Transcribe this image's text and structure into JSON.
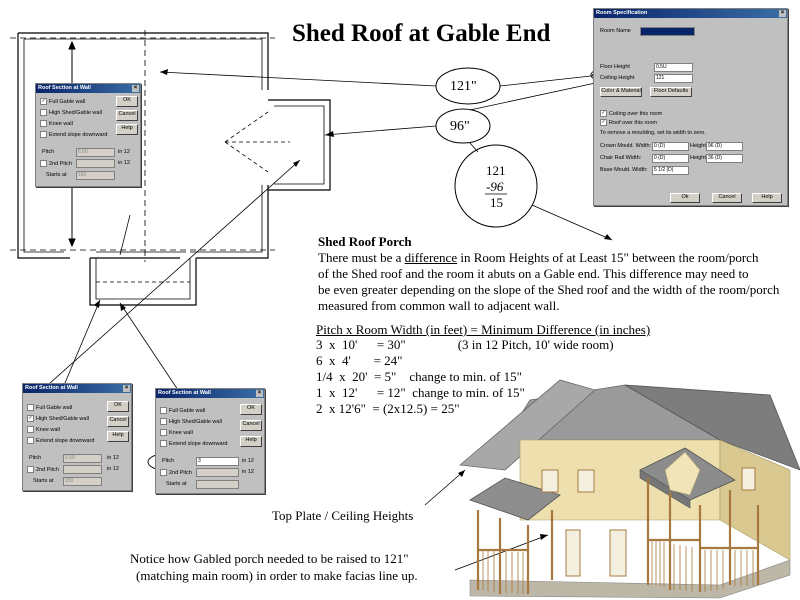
{
  "title": "Shed Roof at Gable End",
  "bubble_top": "121\"",
  "bubble_mid": "96\"",
  "calc": {
    "a": "121",
    "b": "-96",
    "c": "15"
  },
  "heading": "Shed Roof Porch",
  "para": {
    "l1_pre": "There must be a ",
    "l1_u": "difference",
    "l1_post": " in Room Heights of at Least 15\" between the room/porch",
    "l2": "of the Shed roof and the room it abuts on a Gable end.  This difference may need to",
    "l3": "be even greater depending on the slope of the Shed roof and the width of the room/porch",
    "l4": "measured from common wall to adjacent wall."
  },
  "formula": "Pitch  x  Room Width (in feet)  =  Minimum Difference (in inches)",
  "examples": [
    "3  x  10'      = 30\"                (3 in 12 Pitch, 10' wide room)",
    "6  x  4'       = 24\"",
    "1/4  x  20'  = 5\"    change to min. of 15\"",
    "1  x  12'      = 12\"  change to min. of 15\"",
    "2  x 12'6\"  = (2x12.5) = 25\""
  ],
  "label_top_plate": "Top Plate / Ceiling Heights",
  "note_l1": "Notice how Gabled porch needed to be raised to 121\"",
  "note_l2": "(matching main room) in order to make facias line up.",
  "dialog_roof": {
    "title": "Roof Section at Wall",
    "ok": "OK",
    "cancel": "Cancel",
    "help": "Help",
    "opt1": "Full Gable wall",
    "opt2": "High Shed/Gable wall",
    "opt3": "Knee wall",
    "opt4": "Extend slope downward",
    "pitch": "Pitch",
    "pitch_val": "6.00",
    "in12": "in 12",
    "pitch2": "2nd Pitch",
    "starts": "Starts at",
    "starts_val": "150"
  },
  "dialog_porch": {
    "title": "Roof Section at Wall",
    "pitch_val": "3"
  },
  "dialog_room": {
    "title": "Room Specification",
    "room_name": "Room Name",
    "floor_height": "Floor Height",
    "floor_val": "0.5U",
    "ceiling_height": "Ceiling Height",
    "ceiling_val": "121",
    "color_material": "Color & Material",
    "floor_defaults": "Floor Defaults",
    "c1": "Ceiling over this room",
    "c2": "Roof over this room",
    "moulding_note": "To remove a moulding, set its width to zero.",
    "crown": "Crown Mould. Width:",
    "crown_w": "0 (D)",
    "crown_h": "96 (D)",
    "chair": "Chair Rail   Width:",
    "chair_w": "0 (D)",
    "chair_h": "36 (D)",
    "base": "Base Mould.  Width:",
    "base_w": "5 1/2 (D)",
    "height": "Height:",
    "ok": "Ok",
    "cancel": "Cancel",
    "help": "Help"
  },
  "colors": {
    "dialog_bg": "#c0c0c0",
    "title_bar": "#0a246a",
    "roof": "#8d8d8d",
    "wall": "#efe3b4"
  }
}
